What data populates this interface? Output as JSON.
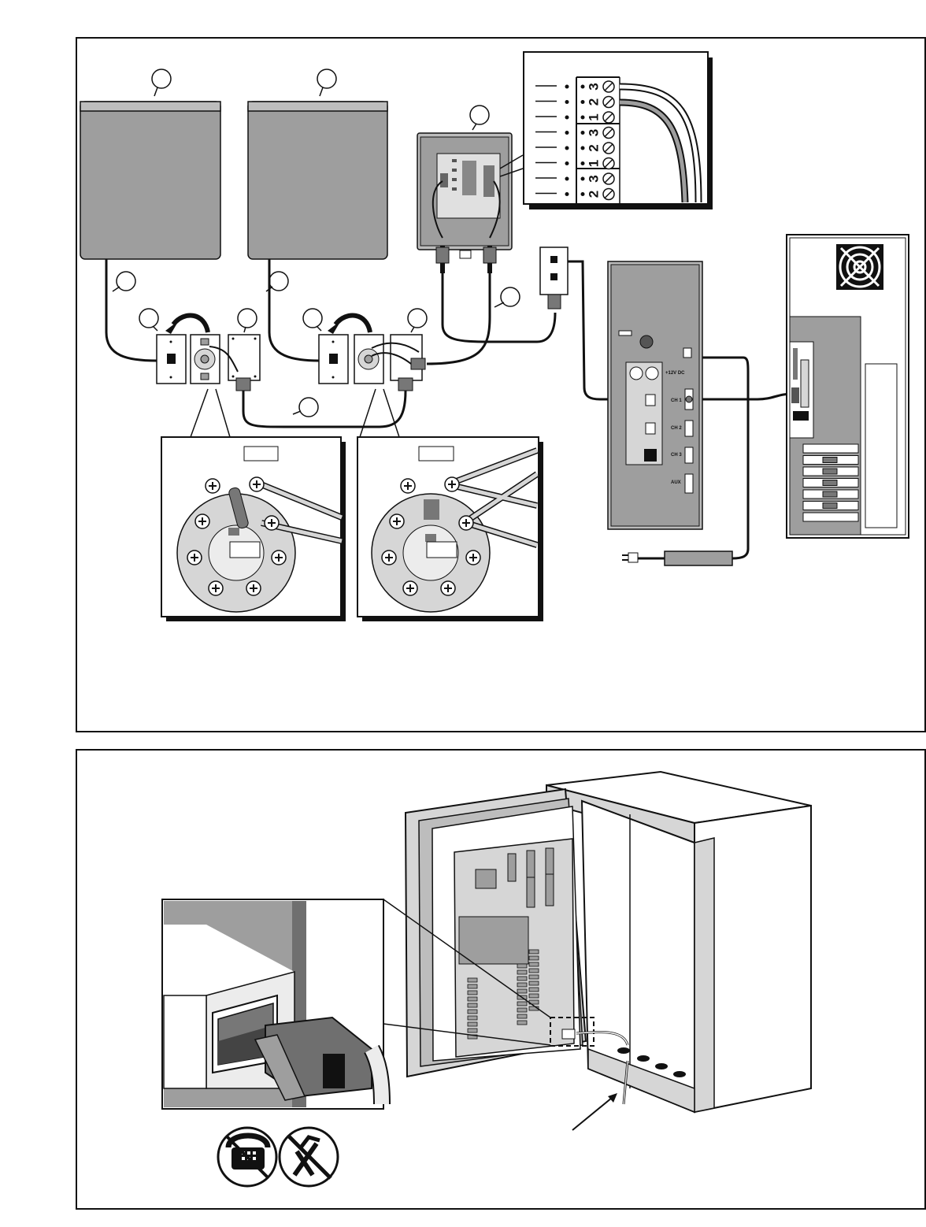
{
  "terminal_strip": {
    "numbers": [
      "3",
      "2",
      "1",
      "3",
      "2",
      "1",
      "3",
      "2"
    ]
  },
  "controller_panel": {
    "power_label": "+12V DC",
    "channels": [
      "CH 1",
      "CH 2",
      "CH 3",
      "AUX"
    ]
  },
  "colors": {
    "line": "#111111",
    "panel_gray": "#9e9e9e",
    "light_gray": "#d6d6d6",
    "mid_gray": "#bdbdbd",
    "dark_gray": "#6f6f6f"
  },
  "icons": [
    "no-telephone-icon",
    "no-wrench-icon"
  ]
}
